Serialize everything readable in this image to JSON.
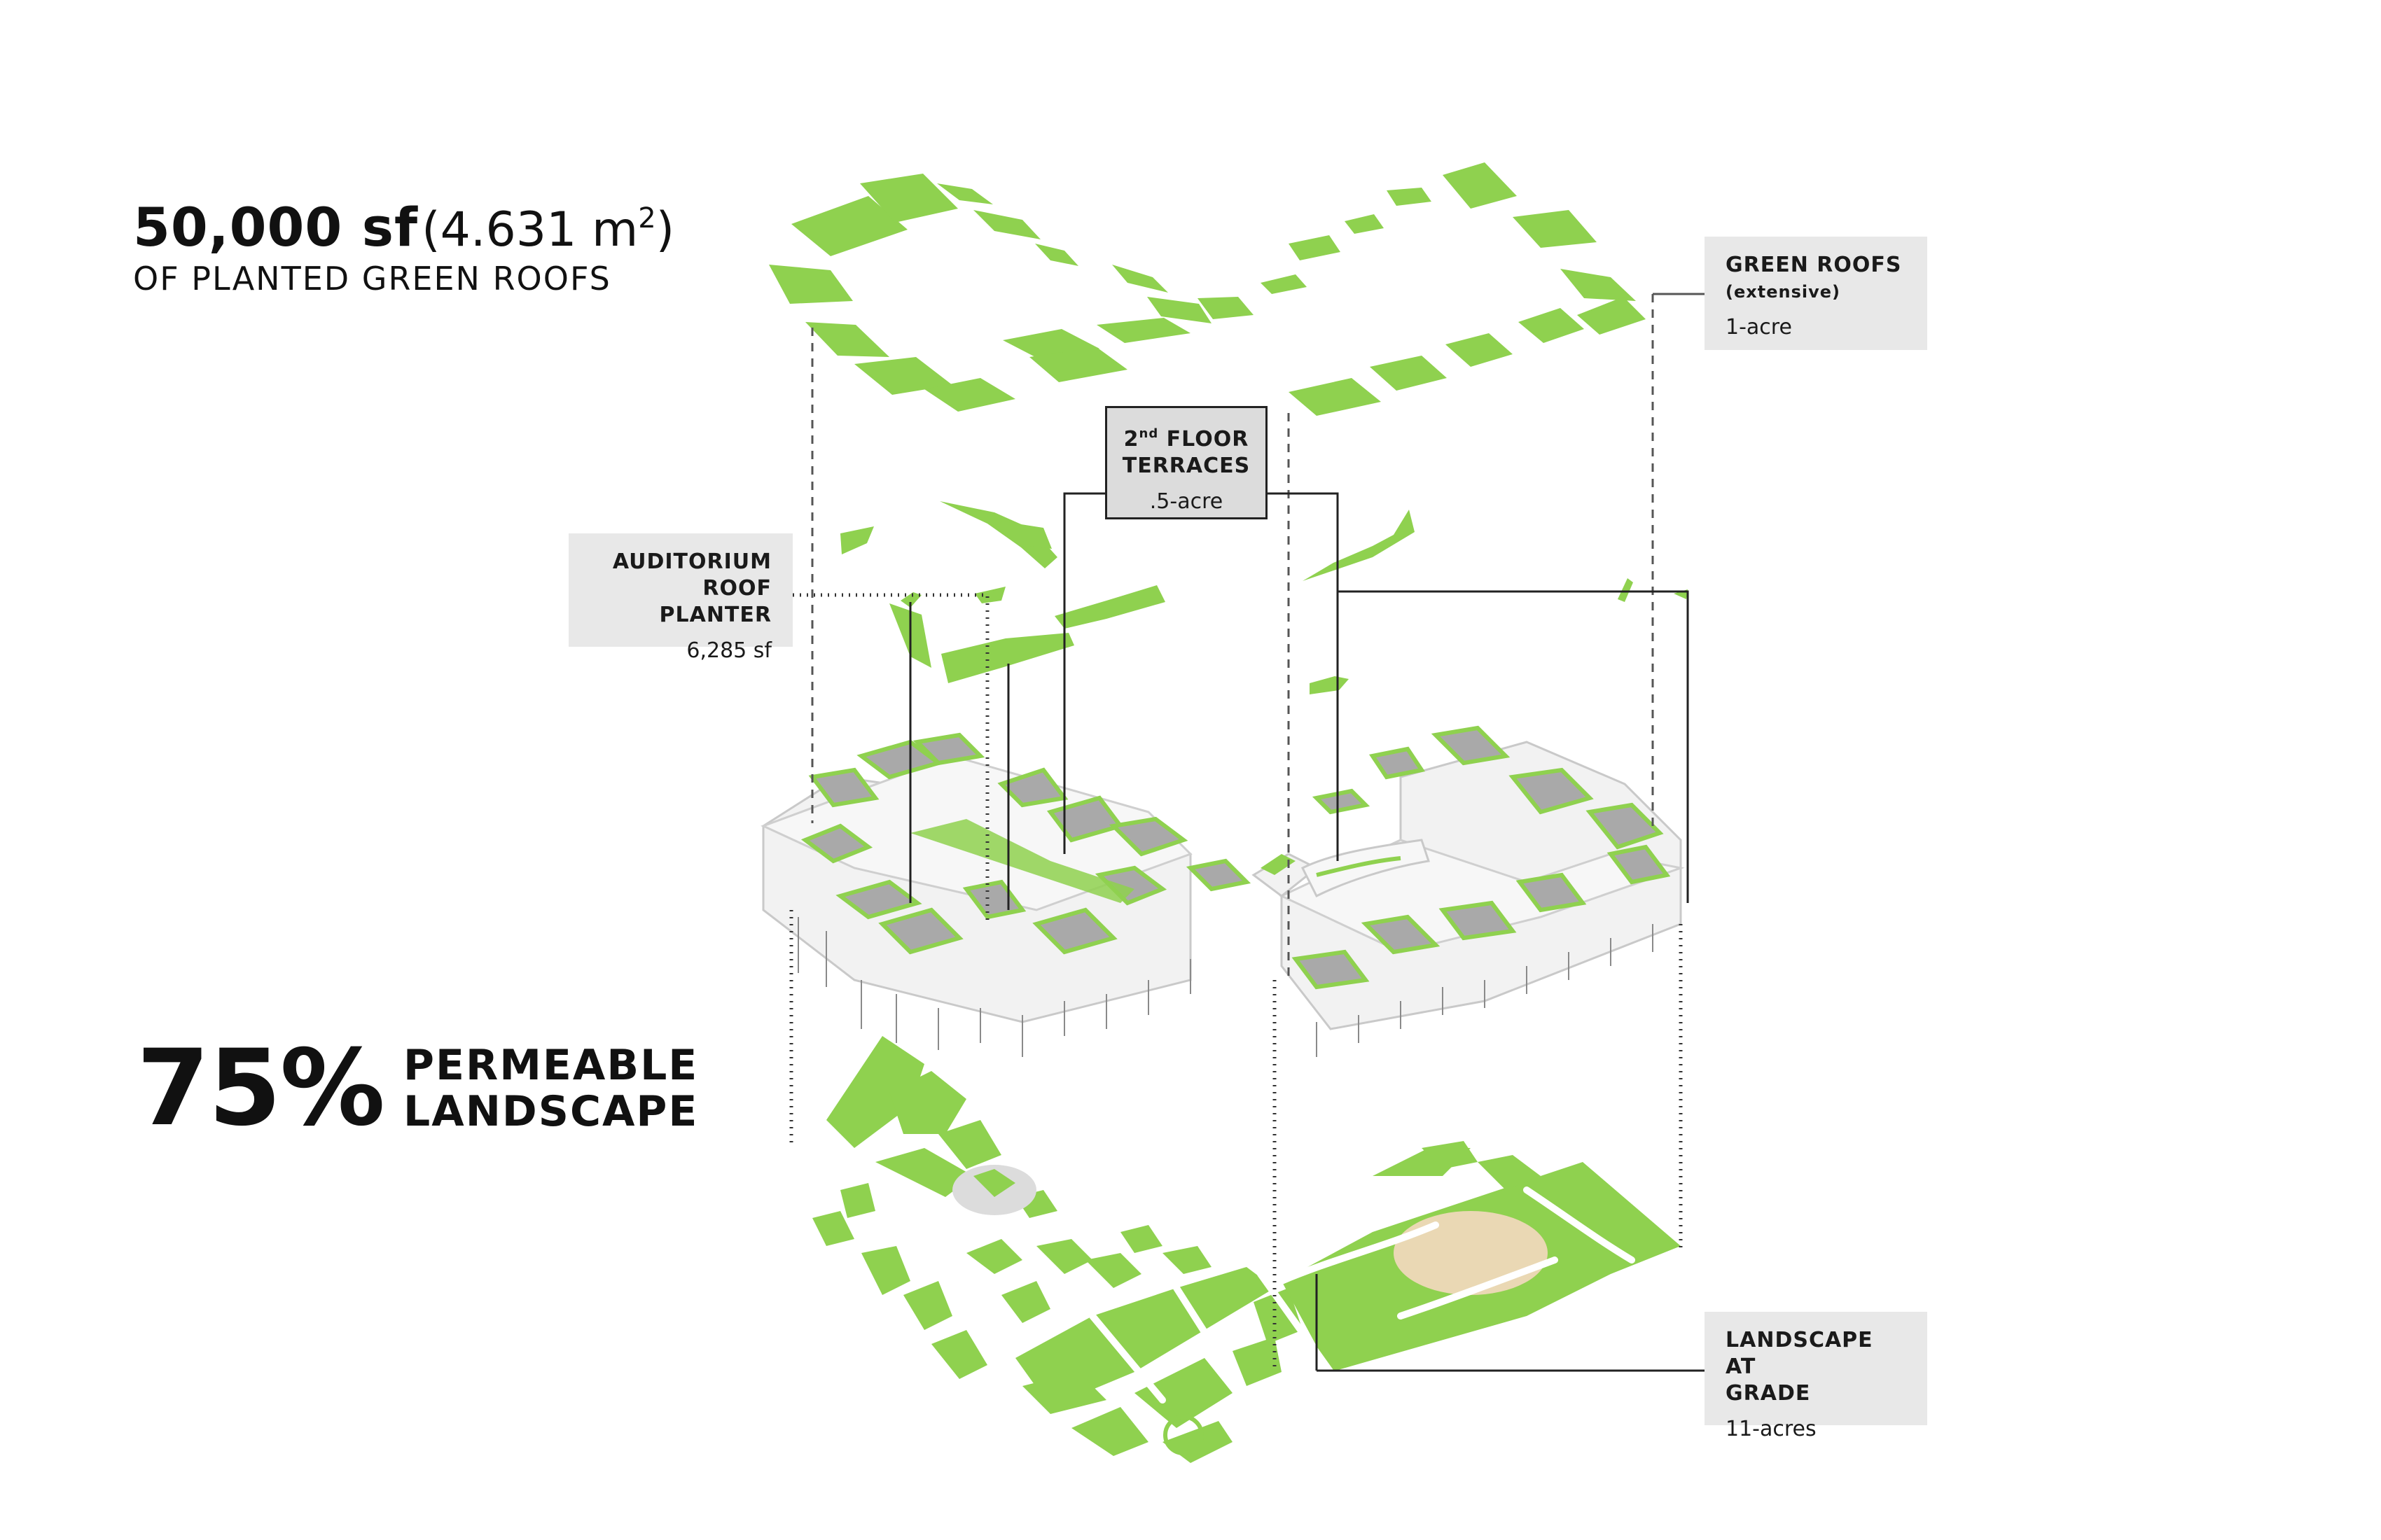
{
  "stats": {
    "roof_value": "50,000 sf",
    "roof_metric": "(4.631 m",
    "roof_metric_sup": "2",
    "roof_metric_close": ")",
    "roof_caption": "OF PLANTED GREEN ROOFS",
    "permeable_value": "75%",
    "permeable_line1": "PERMEABLE",
    "permeable_line2": "LANDSCAPE"
  },
  "callouts": {
    "green_roofs": {
      "name": "GREEN ROOFS",
      "note": "(extensive)",
      "value": "1-acre"
    },
    "terraces": {
      "name_prefix": "2",
      "name_sup": "nd",
      "name_line1": " FLOOR",
      "name_line2": "TERRACES",
      "value": ".5-acre"
    },
    "auditorium": {
      "name_line1": "AUDITORIUM",
      "name_line2": "ROOF PLANTER",
      "value": "6,285 sf"
    },
    "grade": {
      "name_line1": "LANDSCAPE AT",
      "name_line2": "GRADE",
      "value": "11-acres"
    }
  },
  "colors": {
    "planted": "#8fd14f",
    "planted_dark": "#6fb43a",
    "building": "#f2f2f2",
    "building_edge": "#c9c9c9",
    "roof_grey": "#a9a9a9",
    "sand": "#ead8b4",
    "leader": "#222222",
    "callout_bg": "#e8e8e8"
  }
}
